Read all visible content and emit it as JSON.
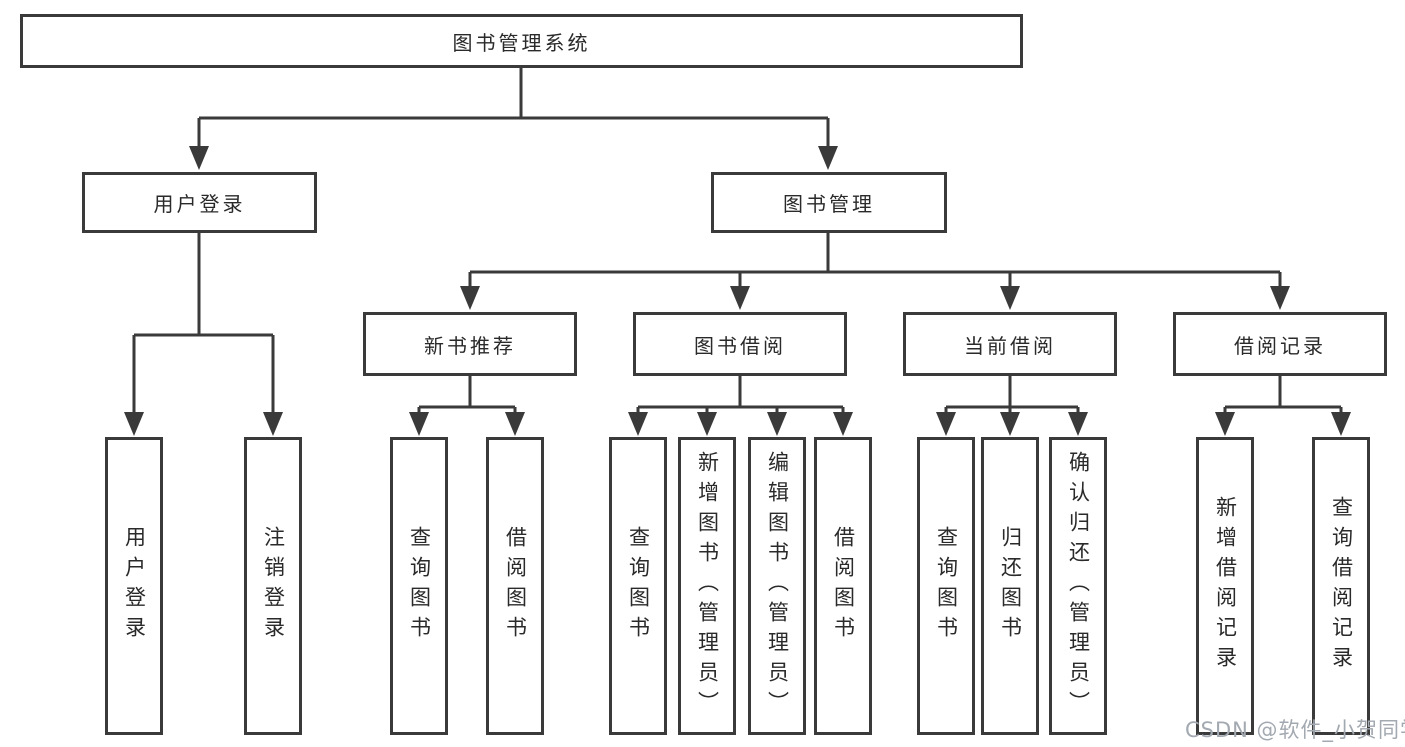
{
  "colors": {
    "line": "#3a3a3a",
    "text": "#2a2a2a",
    "watermark": "#a3a9b1",
    "background": "#ffffff"
  },
  "watermark": {
    "text": "CSDN @软件_小贺同学"
  },
  "tree": {
    "root": {
      "label": "图书管理系统"
    },
    "branches": [
      {
        "label": "用户登录",
        "children": [
          {
            "label": "用户登录"
          },
          {
            "label": "注销登录"
          }
        ]
      },
      {
        "label": "图书管理",
        "sections": [
          {
            "label": "新书推荐",
            "children": [
              {
                "label": "查询图书"
              },
              {
                "label": "借阅图书"
              }
            ]
          },
          {
            "label": "图书借阅",
            "children": [
              {
                "label": "查询图书"
              },
              {
                "label": "新增图书（管理员）"
              },
              {
                "label": "编辑图书（管理员）"
              },
              {
                "label": "借阅图书"
              }
            ]
          },
          {
            "label": "当前借阅",
            "children": [
              {
                "label": "查询图书"
              },
              {
                "label": "归还图书"
              },
              {
                "label": "确认归还（管理员）"
              }
            ]
          },
          {
            "label": "借阅记录",
            "children": [
              {
                "label": "新增借阅记录"
              },
              {
                "label": "查询借阅记录"
              }
            ]
          }
        ]
      }
    ]
  }
}
